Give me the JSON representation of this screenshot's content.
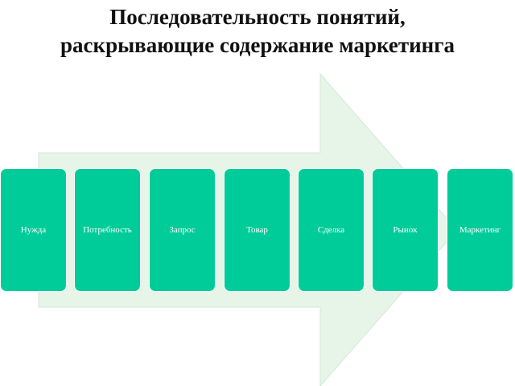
{
  "title": {
    "line1": "Последовательность понятий,",
    "line2": "раскрывающие содержание маркетинга"
  },
  "steps": [
    {
      "label": "Нужда"
    },
    {
      "label": "Потребность"
    },
    {
      "label": "Запрос"
    },
    {
      "label": "Товар"
    },
    {
      "label": "Сделка"
    },
    {
      "label": "Рынок"
    },
    {
      "label": "Маркетинг"
    }
  ],
  "colors": {
    "box": "#00cc99",
    "arrow": "#e6f5e8",
    "arrow_edge": "#d3ead6",
    "text": "#ffffff"
  }
}
